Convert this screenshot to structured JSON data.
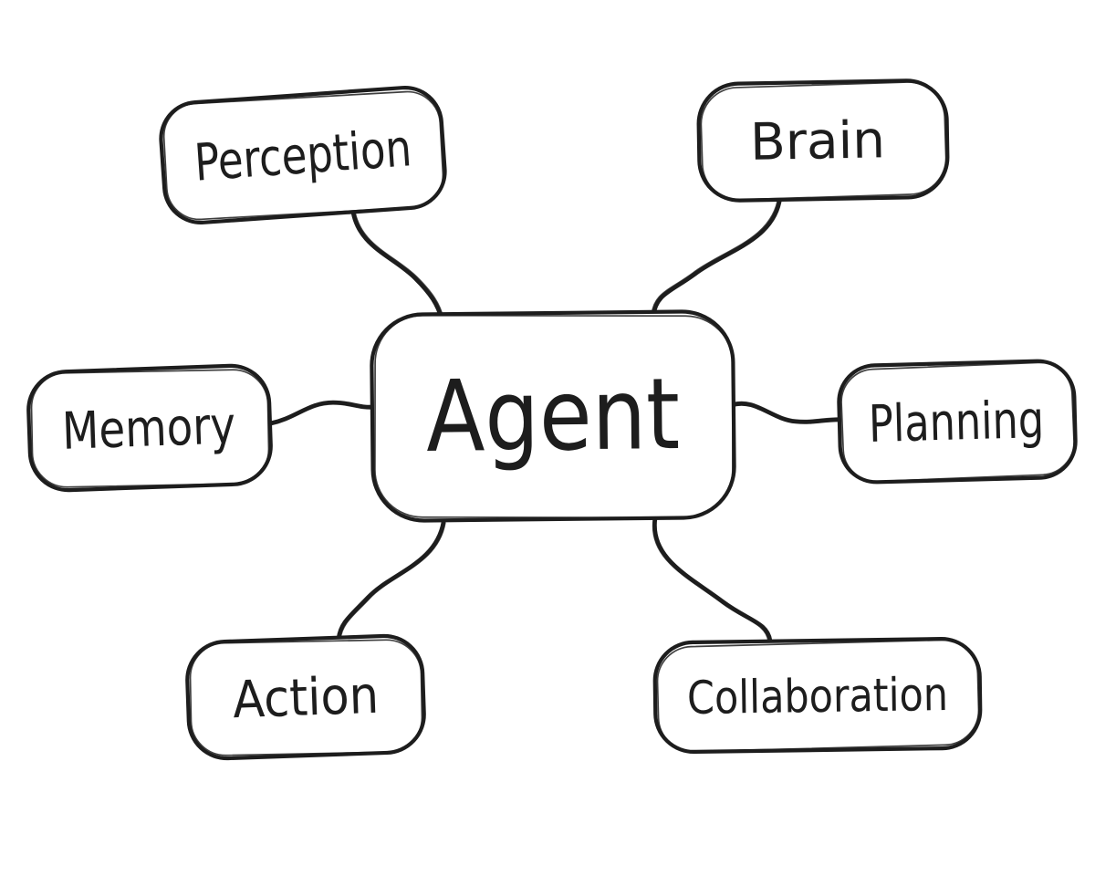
{
  "diagram": {
    "type": "mind-map",
    "style": "hand-drawn sketch, black ink on white",
    "background_color": "#ffffff",
    "ink_color": "#1d1d1d",
    "center": {
      "label": "Agent"
    },
    "children": [
      {
        "label": "Perception",
        "position": "top-left"
      },
      {
        "label": "Brain",
        "position": "top-right"
      },
      {
        "label": "Memory",
        "position": "left"
      },
      {
        "label": "Planning",
        "position": "right"
      },
      {
        "label": "Action",
        "position": "bottom-left"
      },
      {
        "label": "Collaboration",
        "position": "bottom-right"
      }
    ],
    "edges": [
      {
        "from": "Agent",
        "to": "Perception"
      },
      {
        "from": "Agent",
        "to": "Brain"
      },
      {
        "from": "Agent",
        "to": "Memory"
      },
      {
        "from": "Agent",
        "to": "Planning"
      },
      {
        "from": "Agent",
        "to": "Action"
      },
      {
        "from": "Agent",
        "to": "Collaboration"
      }
    ]
  }
}
